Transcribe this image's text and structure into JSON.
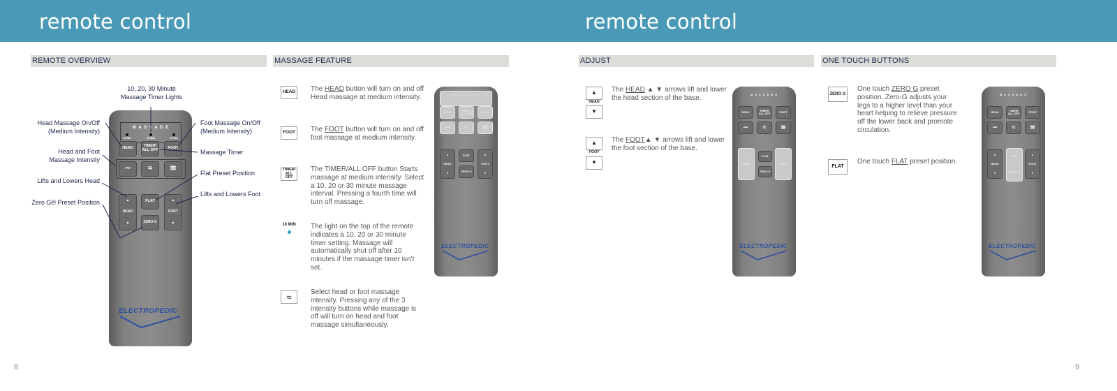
{
  "left_page": {
    "title": "remote control",
    "page_number": "8",
    "remote_overview": {
      "heading": "REMOTE OVERVIEW",
      "callouts": {
        "timer_lights": [
          "10, 20, 30 Minute",
          "Massage Timer Lights"
        ],
        "head_massage": [
          "Head Massage On/Off",
          "(Medium Intensity)"
        ],
        "foot_massage": [
          "Foot Massage On/Off",
          "(Medium Intensity)"
        ],
        "intensity": [
          "Head and Foot",
          "Massage Intensity"
        ],
        "massage_timer": "Massage Timer",
        "flat_preset": "Flat Preset Position",
        "lifts_head": "Lifts and Lowers Head",
        "lifts_foot": "Lifts and Lowers Foot",
        "zero_g": "Zero G® Preset Position"
      }
    },
    "massage_feature": {
      "heading": "MASSAGE FEATURE",
      "items": [
        {
          "icon": "HEAD",
          "pre": "The ",
          "key": "HEAD",
          "post": " button will turn on and off Head massage at medium intensity."
        },
        {
          "icon": "FOOT",
          "pre": "The ",
          "key": "FOOT",
          "post": " button will turn on and off foot massage at medium intensity."
        },
        {
          "icon": "TIMER/ ALL OFF",
          "text": "The TIMER/ALL OFF button Starts massage at medium intensity. Select a 10, 20 or 30 minute massage interval. Pressing a fourth time will turn off massage."
        },
        {
          "icon": "10 MIN",
          "text": "The light on the top of the remote indicates a 10, 20 or 30 minute timer setting. Massage will automatically shut off after 10 minutes if the massage timer isn’t set."
        },
        {
          "icon": "≈",
          "text": "Select head or foot massage intensity. Pressing any of the 3 intensity buttons while massage is off will turn on head and foot massage simultaneously."
        }
      ]
    }
  },
  "right_page": {
    "title": "remote control",
    "page_number": "9",
    "adjust": {
      "heading": "ADJUST",
      "items": [
        {
          "icon": "HEAD",
          "pre": "The ",
          "key": "HEAD",
          "post": " ▲ ▼ arrows lift and lower the head section of the base."
        },
        {
          "icon": "FOOT",
          "pre": "The ",
          "key": "FOOT",
          "post": "▲ ▼ arrows lift and lower the foot section of the base."
        }
      ]
    },
    "one_touch": {
      "heading": "ONE TOUCH BUTTONS",
      "items": [
        {
          "icon": "ZERO G",
          "pre": "One touch ",
          "key": "ZERO G",
          "post": " preset position. Zero-G adjusts your legs to a higher level than your heart helping to relieve pressure off the lower back and promote  circulation."
        },
        {
          "icon": "FLAT",
          "pre": "One touch ",
          "key": "FLAT",
          "post": " preset position."
        }
      ]
    }
  },
  "remote": {
    "massage_label": "M A S S A G E",
    "timer_labels": [
      "10 MIN",
      "20 MIN",
      "30 MIN"
    ],
    "head": "HEAD",
    "timer": "TIMER/ ALL OFF",
    "foot": "FOOT",
    "flat": "FLAT",
    "zero_g": "ZERO G",
    "brand": "ELECTROPEDIC"
  },
  "colors": {
    "header": "#4a9ab7",
    "section_bar": "#dcdcd8",
    "brand": "#2c4fa1",
    "timer_dot": "#2aa3c8"
  }
}
